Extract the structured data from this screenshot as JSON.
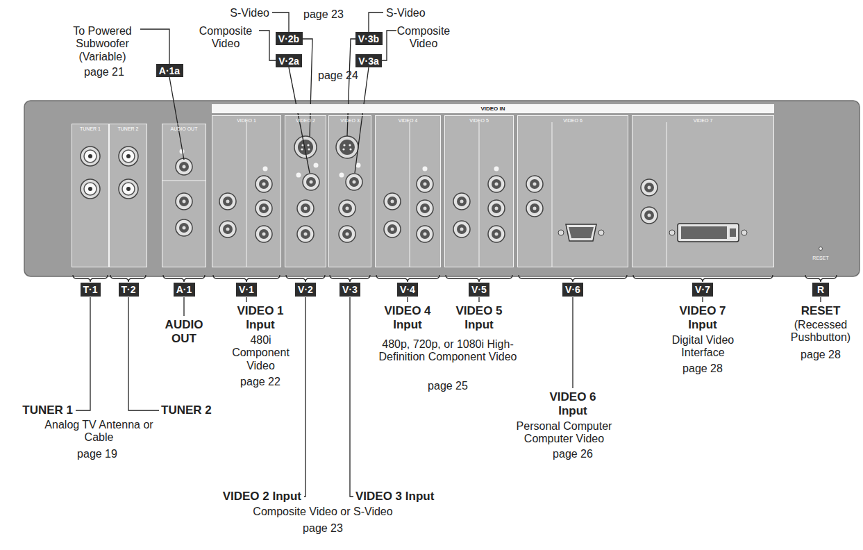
{
  "diagram": {
    "nodes": [
      {
        "text": [
          "A·1a"
        ]
      },
      {
        "text": [
          "V·2b"
        ]
      },
      {
        "text": [
          "V·2a"
        ]
      },
      {
        "text": [
          "V·3b"
        ]
      },
      {
        "text": [
          "V·3a"
        ]
      },
      {
        "text": [
          "VIDEO IN"
        ]
      },
      {
        "text": [
          "TUNER 1"
        ]
      },
      {
        "text": [
          "TUNER 2"
        ]
      },
      {
        "text": [
          "AUDIO OUT"
        ]
      },
      {
        "text": [
          "VIDEO 1"
        ]
      },
      {
        "text": [
          "VIDEO 2"
        ]
      },
      {
        "text": [
          "VIDEO 3"
        ]
      },
      {
        "text": [
          "VIDEO 4"
        ]
      },
      {
        "text": [
          "VIDEO 5"
        ]
      },
      {
        "text": [
          "VIDEO 6"
        ]
      },
      {
        "text": [
          "VIDEO 7"
        ]
      },
      {
        "text": [
          "T·1"
        ]
      },
      {
        "text": [
          "T·2"
        ]
      },
      {
        "text": [
          "A·1"
        ]
      },
      {
        "text": [
          "V·1"
        ]
      },
      {
        "text": [
          "V·2"
        ]
      },
      {
        "text": [
          "V·3"
        ]
      },
      {
        "text": [
          "V·4"
        ]
      },
      {
        "text": [
          "V·5"
        ]
      },
      {
        "text": [
          "V·6"
        ]
      },
      {
        "text": [
          "V·7"
        ]
      },
      {
        "text": [
          "R"
        ]
      }
    ],
    "labels": [
      "To Powered Subwoofer (Variable)",
      "page 21",
      "S-Video",
      "page 23",
      "Composite Video",
      "page 24",
      "S-Video",
      "Composite Video",
      "RESET",
      "TUNER 1",
      "TUNER 2",
      "Analog TV Antenna or Cable",
      "page 19",
      "AUDIO OUT",
      "VIDEO 1 Input",
      "480i Component Video",
      "page 22",
      "VIDEO 2 Input",
      "VIDEO 3 Input",
      "Composite Video or S-Video",
      "page 23",
      "VIDEO 4 Input",
      "VIDEO 5 Input",
      "480p, 720p, or 1080i High-Definition Component Video",
      "page 25",
      "VIDEO 6 Input",
      "Personal Computer Computer Video",
      "page 26",
      "VIDEO 7 Input",
      "Digital Video Interface",
      "page 28",
      "RESET",
      "(Recessed Pushbutton)",
      "page 28"
    ]
  }
}
